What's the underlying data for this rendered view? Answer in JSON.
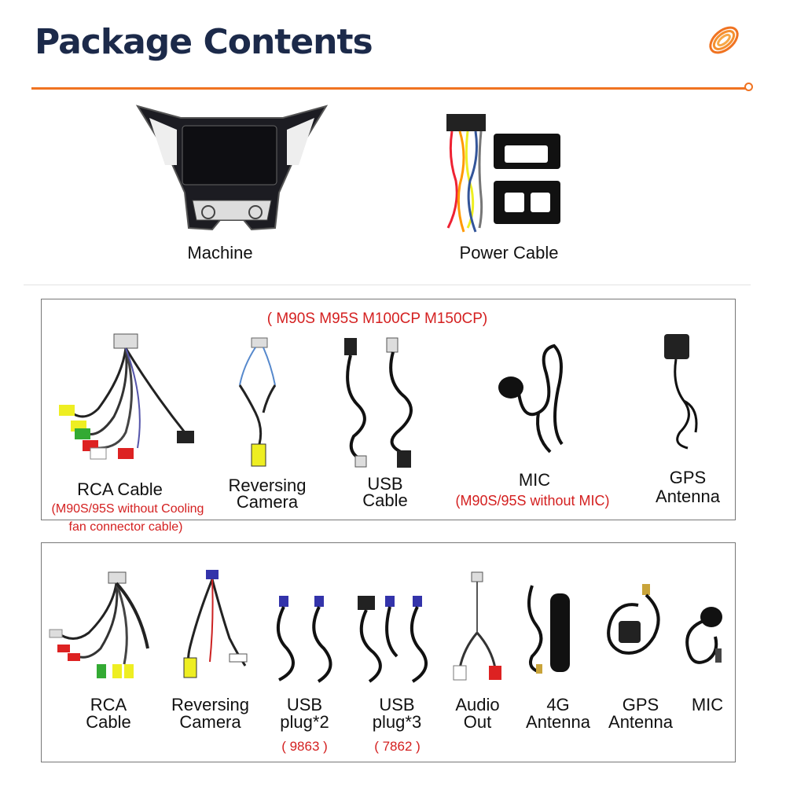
{
  "header": {
    "title": "Package Contents",
    "accent_color": "#f07321",
    "title_color": "#1c2a4a",
    "logo_icon": "orange-swirl-logo"
  },
  "top": {
    "items": [
      {
        "label": "Machine"
      },
      {
        "label": "Power Cable"
      }
    ]
  },
  "box1": {
    "models": "( M90S M95S M100CP M150CP)",
    "items": [
      {
        "label_line1": "RCA Cable",
        "note_line1": "(M90S/95S without Cooling",
        "note_line2": "fan connector cable)"
      },
      {
        "label_line1": "Reversing",
        "label_line2": "Camera"
      },
      {
        "label_line1": "USB",
        "label_line2": "Cable"
      },
      {
        "label_line1": "MIC",
        "note_line1": "(M90S/95S without MIC)"
      },
      {
        "label_line1": "GPS",
        "label_line2": "Antenna"
      }
    ]
  },
  "box2": {
    "items": [
      {
        "label_line1": "RCA",
        "label_line2": "Cable"
      },
      {
        "label_line1": "Reversing",
        "label_line2": "Camera"
      },
      {
        "label_line1": "USB",
        "label_line2": "plug*2",
        "note": "( 9863 )"
      },
      {
        "label_line1": "USB",
        "label_line2": "plug*3",
        "note": "( 7862 )"
      },
      {
        "label_line1": "Audio",
        "label_line2": "Out"
      },
      {
        "label_line1": "4G",
        "label_line2": "Antenna"
      },
      {
        "label_line1": "GPS",
        "label_line2": "Antenna"
      },
      {
        "label_line1": "MIC"
      }
    ]
  }
}
